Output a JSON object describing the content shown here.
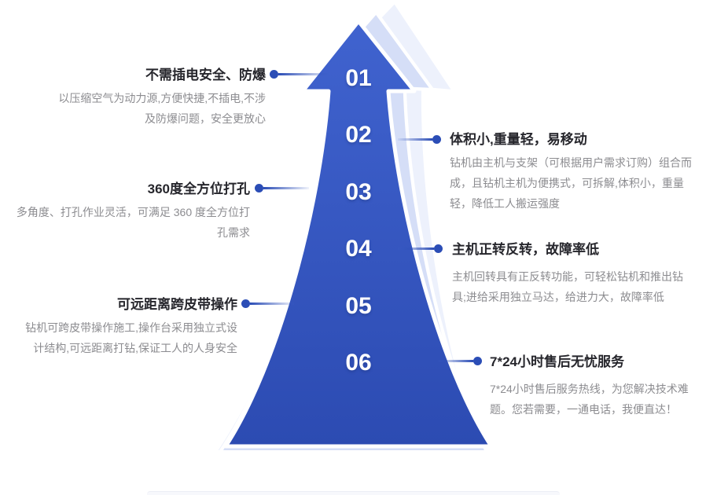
{
  "page": {
    "background": "#ffffff",
    "type": "product-feature-infographic"
  },
  "arrow": {
    "numbers": [
      "01",
      "02",
      "03",
      "04",
      "05",
      "06"
    ],
    "colors": {
      "body_top": "#4063cf",
      "body_bottom": "#2c4bb2",
      "echo_mid": "#d5def7",
      "echo_light": "#edf1fc",
      "number_text": "#ffffff",
      "connector": "#2b4db6",
      "title_text": "#26262c",
      "desc_text": "#8c8c90"
    }
  },
  "features": [
    {
      "number": "01",
      "side": "left",
      "title": "不需插电安全、防爆",
      "desc": "以压缩空气为动力源,方便快捷,不插电,不涉\n及防爆问题，安全更放心"
    },
    {
      "number": "02",
      "side": "right",
      "title": "体积小,重量轻，易移动",
      "desc": "钻机由主机与支架（可根据用户需求订购）组合而\n成，且钻机主机为便携式，可拆解,体积小，重量\n轻，降低工人搬运强度"
    },
    {
      "number": "03",
      "side": "left",
      "title": "360度全方位打孔",
      "desc": "多角度、打孔作业灵活，可满足 360 度全方位打\n孔需求"
    },
    {
      "number": "04",
      "side": "right",
      "title": "主机正转反转，故障率低",
      "desc": "主机回转具有正反转功能，可轻松钻机和推出钻\n具;进给采用独立马达，给进力大，故障率低"
    },
    {
      "number": "05",
      "side": "left",
      "title": "可远距离跨皮带操作",
      "desc": "钻机可跨皮带操作施工,操作台采用独立式设\n计结构,可远距离打钻,保证工人的人身安全"
    },
    {
      "number": "06",
      "side": "right",
      "title": "7*24小时售后无忧服务",
      "desc": "7*24小时售后服务热线，为您解决技术难\n题。您若需要，一通电话，我便直达！"
    }
  ]
}
